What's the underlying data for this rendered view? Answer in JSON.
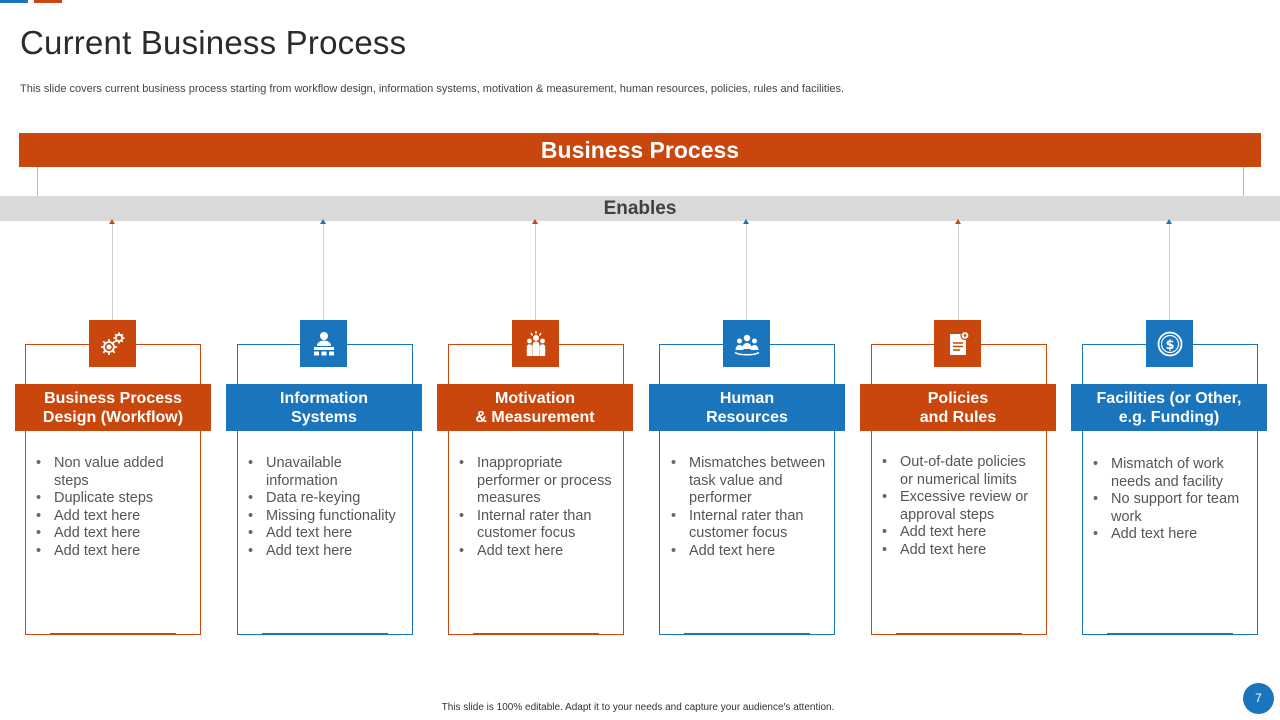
{
  "title": "Current Business Process",
  "subtitle": "This slide covers current business process starting from workflow design, information systems, motivation & measurement, human resources, policies, rules and facilities.",
  "banner": "Business Process",
  "enables": "Enables",
  "colors": {
    "orange": "#C9470C",
    "blue": "#1B75BC",
    "gray_band": "#D9D9D9"
  },
  "columns": [
    {
      "icon": "gears-icon",
      "color": "orange",
      "header_line1": "Business Process",
      "header_line2": "Design (Workflow)",
      "bullets": [
        "Non value added steps",
        "Duplicate steps",
        "Add text here",
        "Add text here",
        "Add text here"
      ]
    },
    {
      "icon": "presenter-icon",
      "color": "blue",
      "header_line1": "Information",
      "header_line2": "Systems",
      "bullets": [
        "Unavailable information",
        "Data re-keying",
        "Missing functionality",
        "Add text here",
        "Add text here"
      ]
    },
    {
      "icon": "team-hands-up-icon",
      "color": "orange",
      "header_line1": "Motivation",
      "header_line2": "& Measurement",
      "bullets": [
        "Inappropriate performer or process measures",
        "Internal rater than customer focus",
        "Add text here"
      ]
    },
    {
      "icon": "people-group-icon",
      "color": "blue",
      "header_line1": "Human",
      "header_line2": "Resources",
      "bullets": [
        "Mismatches between task value and performer",
        "Internal rater than customer focus",
        "Add text here"
      ]
    },
    {
      "icon": "policy-document-icon",
      "color": "orange",
      "header_line1": "Policies",
      "header_line2": "and Rules",
      "bullets": [
        "Out-of-date policies or numerical limits",
        "Excessive review or approval steps",
        "Add text here",
        "Add text here"
      ]
    },
    {
      "icon": "dollar-coin-icon",
      "color": "blue",
      "header_line1": "Facilities (or Other,",
      "header_line2": "e.g. Funding)",
      "bullets": [
        "Mismatch of work needs and facility",
        "No support for team work",
        "Add text here"
      ]
    }
  ],
  "footer_note": "This slide is 100% editable. Adapt it to your needs and capture your audience's attention.",
  "page_number": "7"
}
